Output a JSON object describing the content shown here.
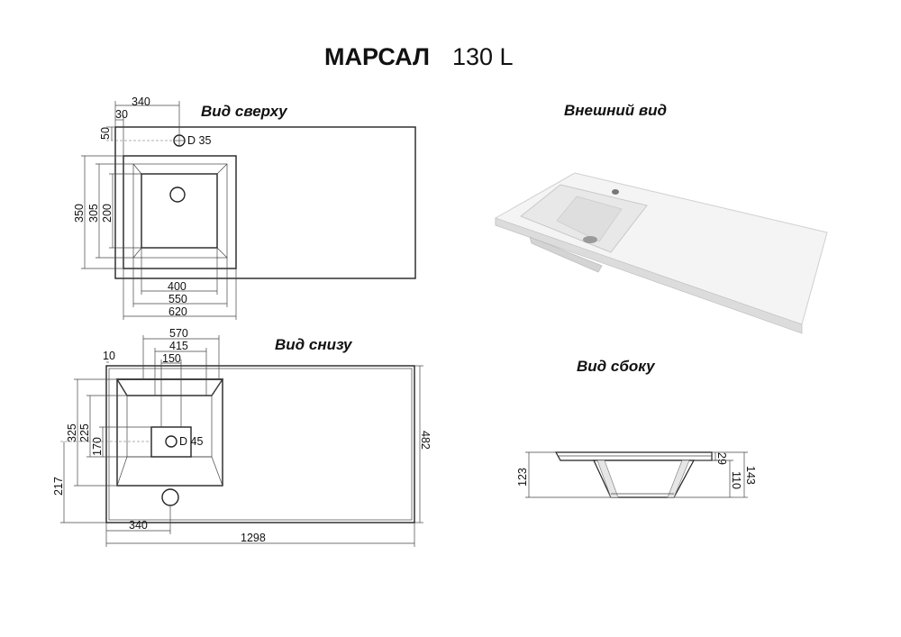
{
  "title": {
    "brand": "МАРСАЛ",
    "model": "130 L"
  },
  "views": {
    "top": {
      "title": "Вид сверху",
      "dims": {
        "d340": "340",
        "d30": "30",
        "d50": "50",
        "hole": "D 35",
        "d350": "350",
        "d305": "305",
        "d200": "200",
        "d400": "400",
        "d550": "550",
        "d620": "620"
      }
    },
    "external": {
      "title": "Внешний вид"
    },
    "bottom": {
      "title": "Вид снизу",
      "dims": {
        "d570": "570",
        "d415": "415",
        "d150": "150",
        "d10": "10",
        "d325": "325",
        "d225": "225",
        "d170": "170",
        "drain": "D 45",
        "d217": "217",
        "d340": "340",
        "d1298": "1298",
        "d482": "482"
      }
    },
    "side": {
      "title": "Вид сбоку",
      "dims": {
        "d123": "123",
        "d29": "29",
        "d110": "110",
        "d143": "143"
      }
    }
  },
  "colors": {
    "line": "#222222",
    "shade": "#e6e6e6",
    "background": "#ffffff"
  }
}
